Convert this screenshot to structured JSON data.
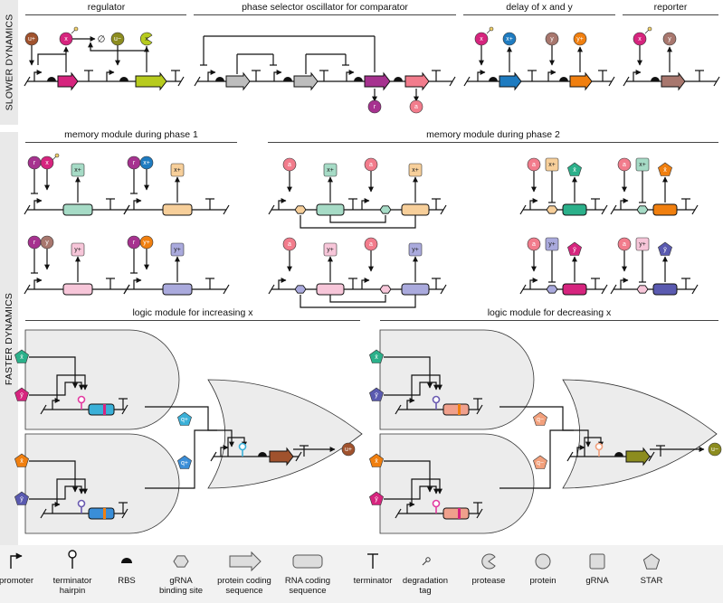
{
  "side_labels": {
    "slower": "SLOWER DYNAMICS",
    "faster": "FASTER DYNAMICS"
  },
  "sections": {
    "regulator": "regulator",
    "phase_selector": "phase selector oscillator for comparator",
    "delay": "delay of x and y",
    "reporter": "reporter",
    "memory1": "memory module during phase 1",
    "memory2": "memory module during phase 2",
    "logic_inc": "logic module for increasing x",
    "logic_dec": "logic module for decreasing x"
  },
  "species": {
    "u_plus": "u+",
    "u_minus": "u−",
    "x": "x",
    "y": "y",
    "x_plus": "x+",
    "y_plus": "y+",
    "x_bar": "x̄",
    "y_bar": "ȳ",
    "r": "r",
    "a": "a",
    "q_plus": "q+",
    "q_minus": "q−"
  },
  "colors": {
    "magenta": "#d6247e",
    "lime": "#b7cb1e",
    "brown": "#a0522d",
    "olive": "#8c8c1f",
    "blue": "#1e7bc0",
    "orange": "#f07f0f",
    "taupe": "#a8776e",
    "purple": "#a6328f",
    "pink": "#f27c8c",
    "teal": "#2bb08a",
    "mint": "#a6dbc6",
    "peach": "#f7cf9a",
    "lavender": "#aaaadd",
    "lightpink": "#f7c6d9",
    "indigo": "#5a5ab0",
    "salmon": "#f2a07c",
    "gray_panel": "#ececec"
  },
  "legend": [
    {
      "label": "promoter",
      "icon": "promoter-icon"
    },
    {
      "label": "terminator\nhairpin",
      "icon": "hairpin-icon"
    },
    {
      "label": "RBS",
      "icon": "rbs-icon"
    },
    {
      "label": "gRNA\nbinding site",
      "icon": "hexagon-icon"
    },
    {
      "label": "protein coding\nsequence",
      "icon": "arrow-cds-icon"
    },
    {
      "label": "RNA coding\nsequence",
      "icon": "rounded-rect-icon"
    },
    {
      "label": "terminator",
      "icon": "terminator-icon"
    },
    {
      "label": "degradation\ntag",
      "icon": "lollipop-icon"
    },
    {
      "label": "protease",
      "icon": "pacman-icon"
    },
    {
      "label": "protein",
      "icon": "circle-icon"
    },
    {
      "label": "gRNA",
      "icon": "square-icon"
    },
    {
      "label": "STAR",
      "icon": "pentagon-icon"
    }
  ]
}
